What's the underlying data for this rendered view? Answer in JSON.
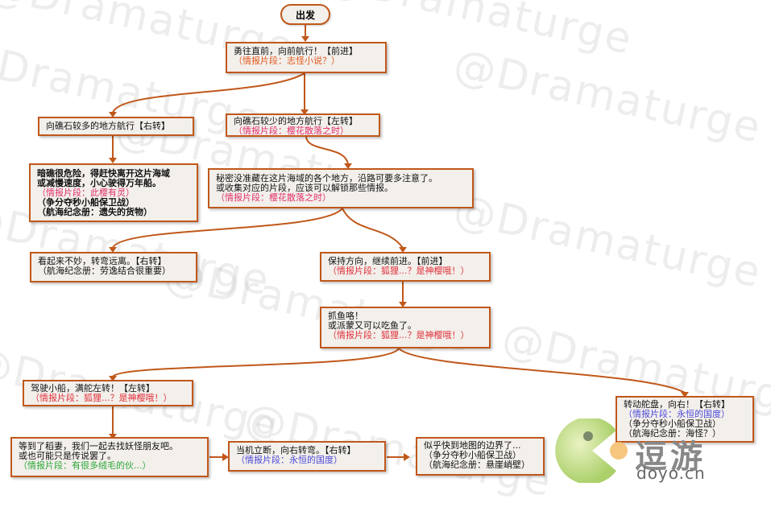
{
  "watermark": {
    "text": "@Dramaturge"
  },
  "start": {
    "label": "出发"
  },
  "nodes": {
    "n1": {
      "lines": [
        "勇往直前，向前航行！【前进】",
        "（情报片段：志怪小说？）"
      ]
    },
    "n2": {
      "lines": [
        "向礁石较多的地方航行【右转】"
      ]
    },
    "n3": {
      "lines": [
        "向礁石较少的地方航行【左转】",
        "（情报片段：樱花散落之时）"
      ]
    },
    "n4": {
      "lines": [
        "暗礁很危险，得赶快离开这片海域",
        "或减慢速度，小心驶得万年船。",
        "（情报片段：此樱有灵）",
        "（争分夺秒小船保卫战）",
        "（航海纪念册：遗失的货物）"
      ]
    },
    "n5": {
      "lines": [
        "秘密没准藏在这片海域的各个地方，沿路可要多注意了。",
        "或收集对应的片段，应该可以解锁那些情报。",
        "（情报片段：樱花散落之时）"
      ]
    },
    "n6": {
      "lines": [
        "看起来不妙，转弯远离。【右转】",
        "（航海纪念册：劳逸结合很重要）"
      ]
    },
    "n7": {
      "lines": [
        "保持方向，继续前进。【前进】",
        "（情报片段：狐狸...？是神樱哦！）"
      ]
    },
    "n8": {
      "lines": [
        "抓鱼咯！",
        "或派蒙又可以吃鱼了。",
        "（情报片段：狐狸...？是神樱哦！）"
      ]
    },
    "n9": {
      "lines": [
        "驾驶小船，满舵左转！【左转】",
        "（情报片段：狐狸...？是神樱哦！）"
      ]
    },
    "n10": {
      "lines": [
        "转动舵盘，向右！【右转】",
        "（情报片段：永恒的国度）",
        "（争分夺秒小船保卫战）",
        "（航海纪念册：海怪？）"
      ]
    },
    "n11": {
      "lines": [
        "等到了稻妻，我们一起去找妖怪朋友吧。",
        "或也可能只是传说罢了。",
        "（情报片段：有很多绒毛的伙...）"
      ]
    },
    "n12": {
      "lines": [
        "当机立断，向右转弯。【右转】",
        "（情报片段：永恒的国度）"
      ]
    },
    "n13": {
      "lines": [
        "似乎快到地图的边界了...",
        "（争分夺秒小船保卫战）",
        "（航海纪念册：悬崖峭壁）"
      ]
    }
  },
  "logo": {
    "cn": "逗游",
    "en": "doyo.cn"
  },
  "colors": {
    "border": "#c0581a",
    "fill": "#f3efeb",
    "orange": "#e05a1e",
    "pink": "#e0306a",
    "red": "#e0303a",
    "blue": "#4a4ad8",
    "green": "#2aa838"
  }
}
